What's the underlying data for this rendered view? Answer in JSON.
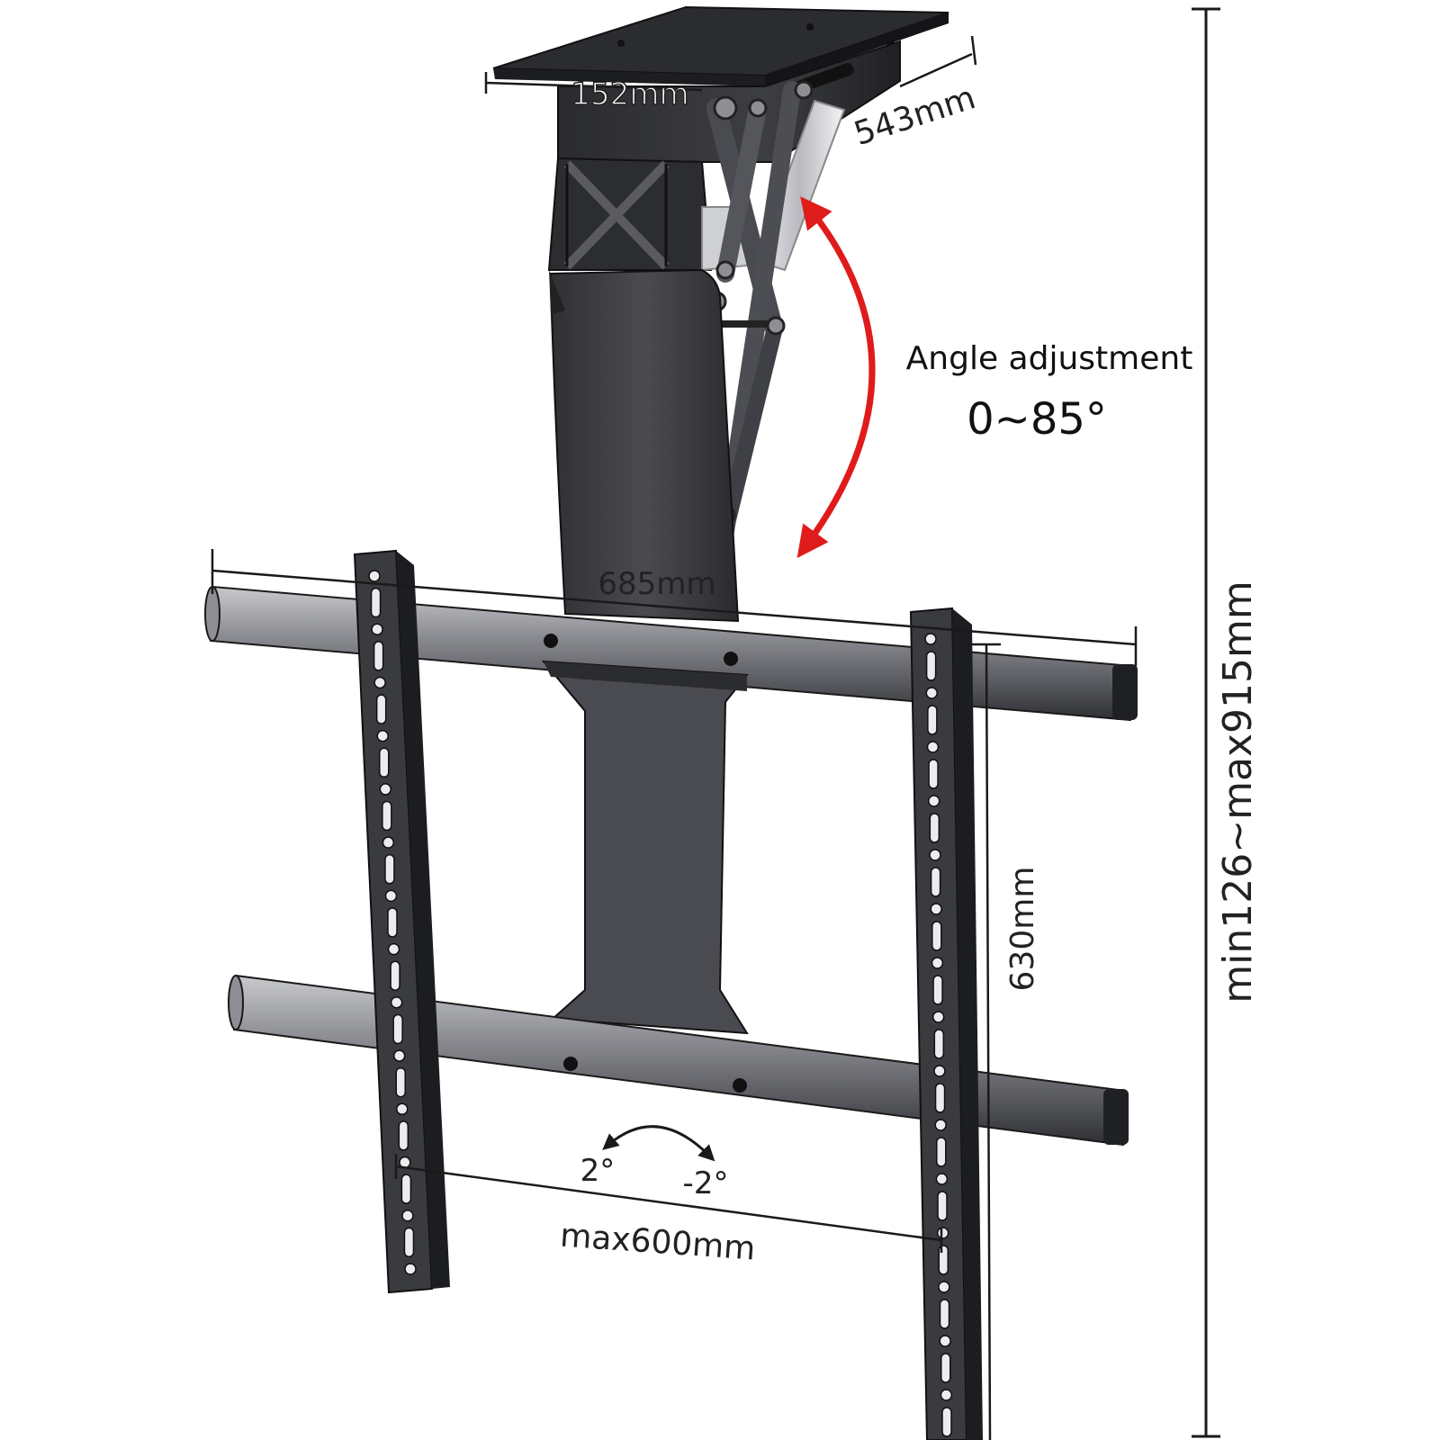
{
  "dimensions": {
    "plate_width": "152mm",
    "plate_depth": "543mm",
    "bar_width": "685mm",
    "plate_height": "630mm",
    "vesa_max_width": "max600mm",
    "total_height": "min126~max915mm"
  },
  "angle_adjustment": {
    "title": "Angle adjustment",
    "range": "0~85°"
  },
  "swivel": {
    "left": "2°",
    "right": "-2°"
  },
  "colors": {
    "metal_dark": "#3d3e42",
    "metal_mid": "#5a5b60",
    "bar_light": "#9b9ca1",
    "arrow_red": "#e01b1b",
    "line": "#1a1a1a"
  }
}
